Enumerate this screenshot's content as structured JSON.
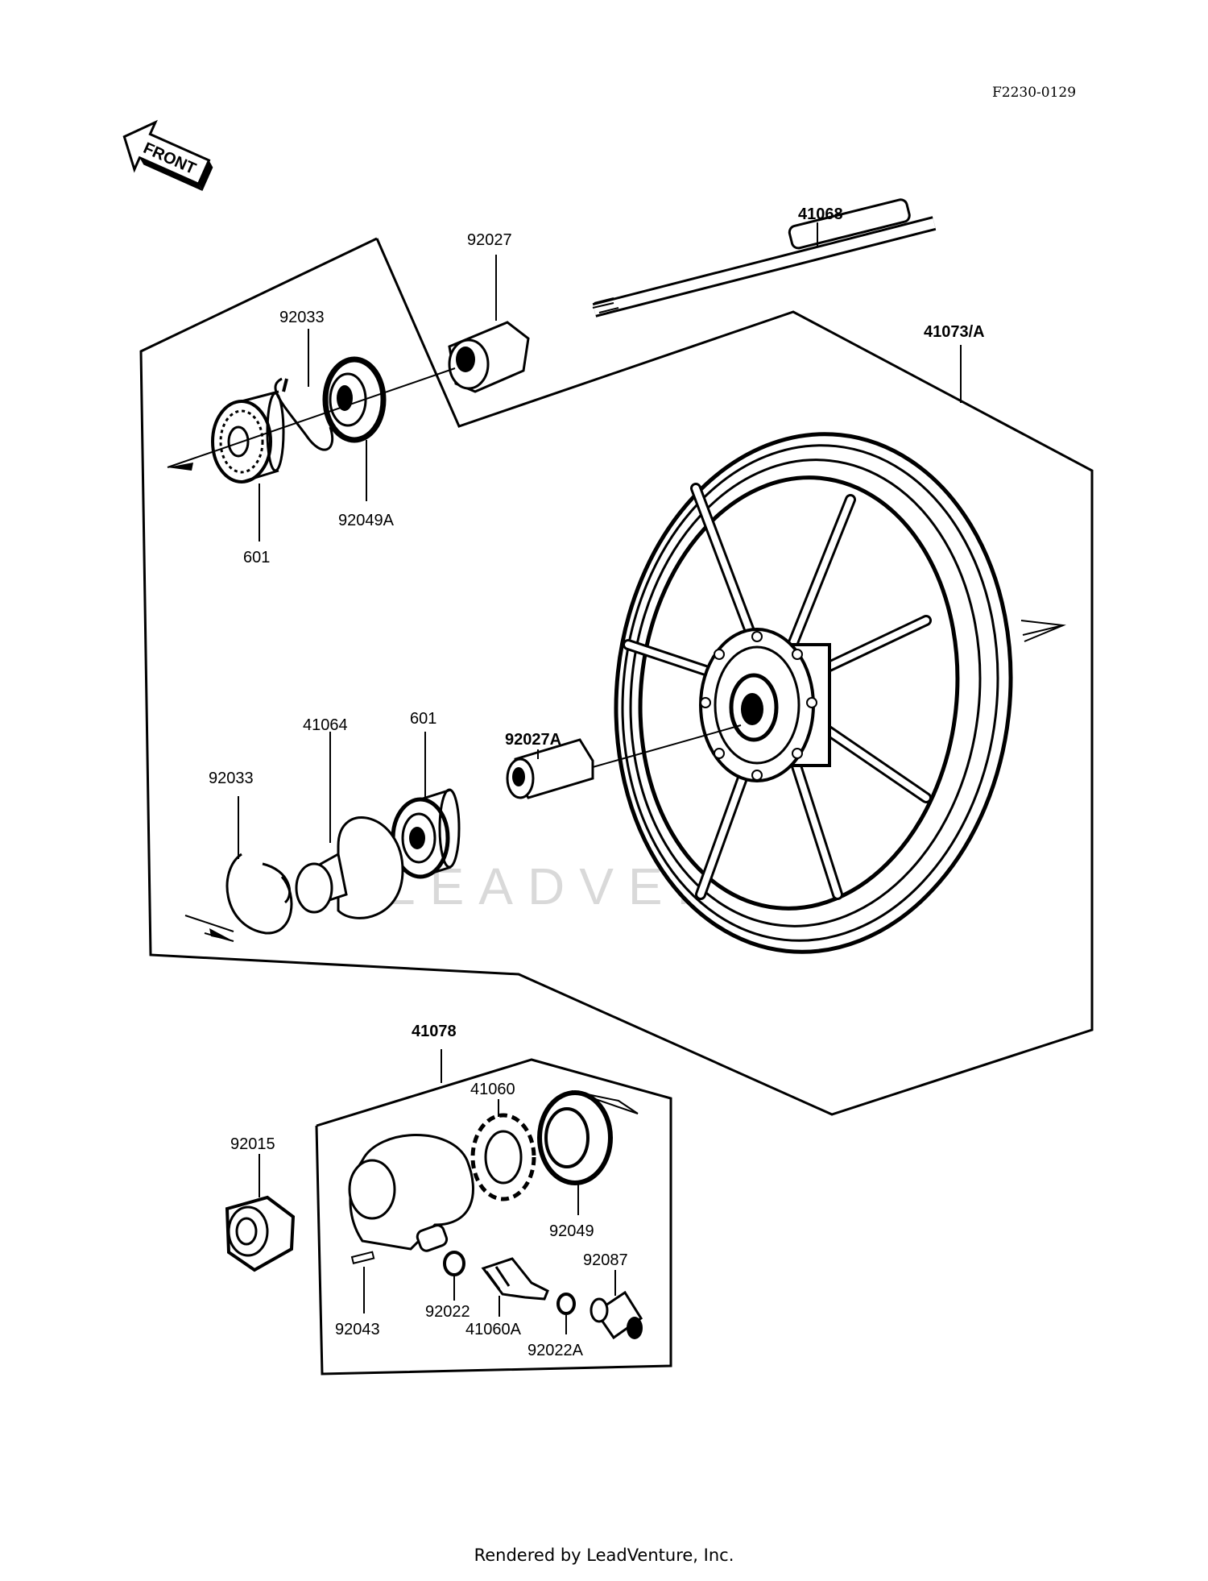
{
  "diagram_code": "F2230-0129",
  "front_label": "FRONT",
  "watermark": "LEADVENTURE",
  "footer": "Rendered by LeadVenture, Inc.",
  "parts": {
    "p41068": "41068",
    "p92027": "92027",
    "p41073A": "41073/A",
    "p92033_top": "92033",
    "p92049A": "92049A",
    "p601_top": "601",
    "p41064": "41064",
    "p601_mid": "601",
    "p92027A": "92027A",
    "p92033_mid": "92033",
    "p41078": "41078",
    "p41060": "41060",
    "p92015": "92015",
    "p92049": "92049",
    "p92087": "92087",
    "p92022": "92022",
    "p92043": "92043",
    "p41060A": "41060A",
    "p92022A": "92022A"
  }
}
